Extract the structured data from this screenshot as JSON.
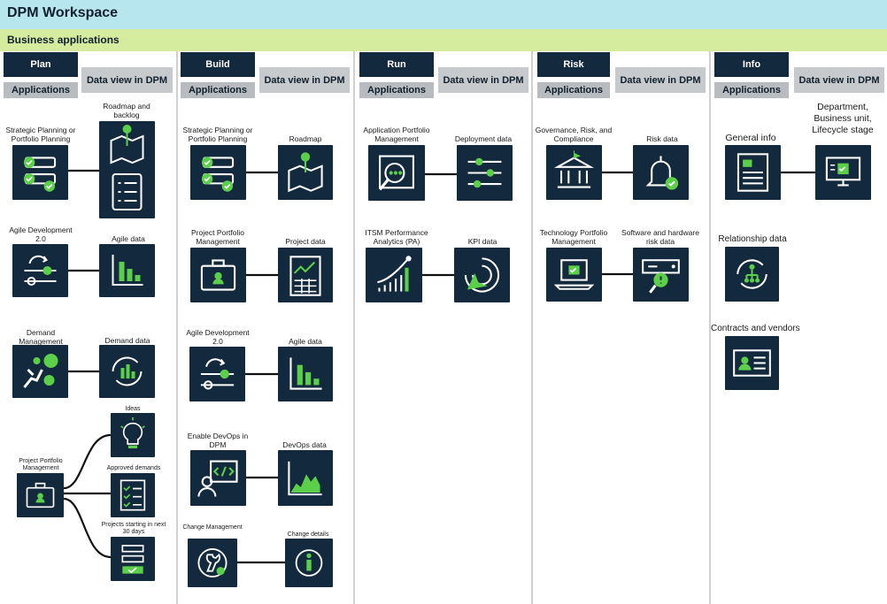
{
  "workspace": {
    "title": "DPM Workspace",
    "section": "Business applications"
  },
  "columns": {
    "plan": {
      "header": "Plan",
      "applications": "Applications",
      "data_view": "Data view in DPM"
    },
    "build": {
      "header": "Build",
      "applications": "Applications",
      "data_view": "Data view in DPM"
    },
    "run": {
      "header": "Run",
      "applications": "Applications",
      "data_view": "Data view in DPM"
    },
    "risk": {
      "header": "Risk",
      "applications": "Applications",
      "data_view": "Data view in DPM"
    },
    "info": {
      "header": "Info",
      "applications": "Applications",
      "data_view": "Data view in DPM"
    }
  },
  "labels": {
    "plan_spp": "Strategic Planning or Portfolio Planning",
    "plan_roadmap": "Roadmap and backlog",
    "plan_agile": "Agile Development 2.0",
    "plan_agile_data": "Agile data",
    "plan_demand": "Demand Management",
    "plan_demand_data": "Demand data",
    "plan_ppm": "Project Portfolio Management",
    "plan_ideas": "Ideas",
    "plan_approved": "Approved demands",
    "plan_projects30": "Projects starting in next 30 days",
    "build_spp": "Strategic Planning or Portfolio Planning",
    "build_roadmap": "Roadmap",
    "build_ppm": "Project Portfolio Management",
    "build_project_data": "Project data",
    "build_agile": "Agile Development 2.0",
    "build_agile_data": "Agile data",
    "build_devops": "Enable DevOps in DPM",
    "build_devops_data": "DevOps data",
    "build_change": "Change Management",
    "build_change_details": "Change details",
    "run_apm": "Application Portfolio Management",
    "run_deploy": "Deployment data",
    "run_itsm": "ITSM Performance Analytics (PA)",
    "run_kpi": "KPI data",
    "risk_grc": "Governance, Risk, and Compliance",
    "risk_data": "Risk data",
    "risk_tpm": "Technology Portfolio Management",
    "risk_swhw": "Software and hardware risk data",
    "info_general": "General info",
    "info_dept": "Department, Business unit, Lifecycle stage",
    "info_rel": "Relationship data",
    "info_contracts": "Contracts and vendors"
  },
  "colors": {
    "tile": "#13293d",
    "accent": "#5ccf4a",
    "title_bar": "#b7e6ee",
    "section_bar": "#d5ec9f"
  }
}
